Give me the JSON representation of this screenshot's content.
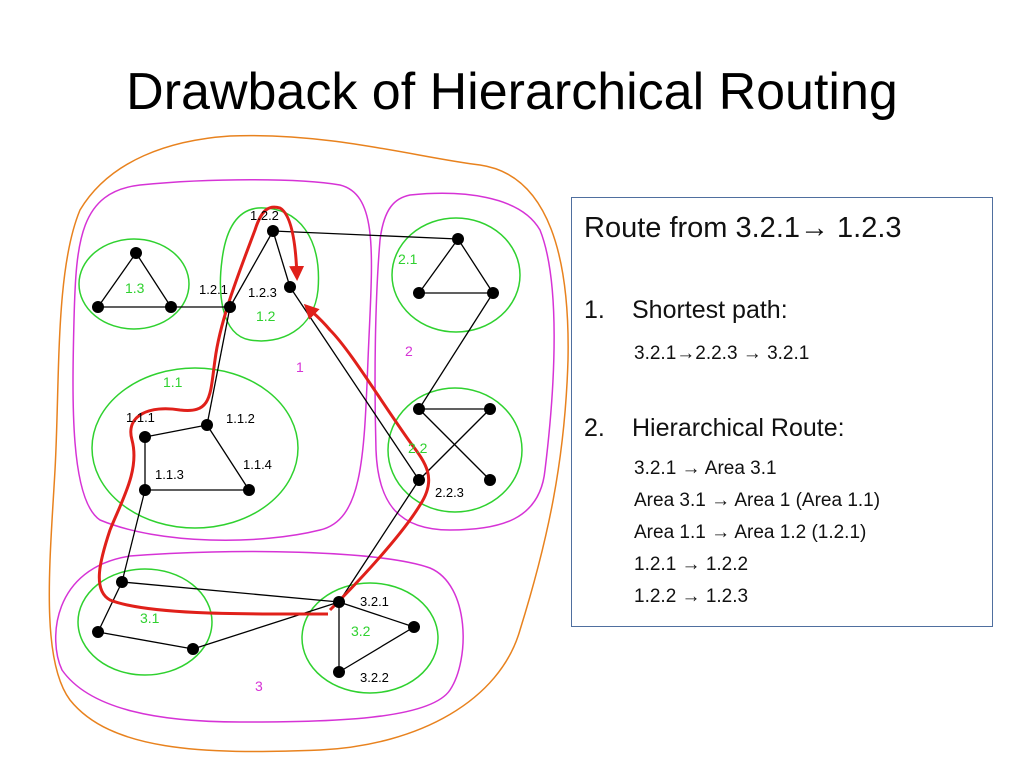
{
  "slide": {
    "title": "Drawback of Hierarchical Routing"
  },
  "diagram": {
    "colors": {
      "outer_boundary": "#e8821e",
      "area_boundary": "#d633d6",
      "subarea_boundary": "#2fd12f",
      "route_path": "#e0201a",
      "node": "#000000",
      "link": "#000000"
    },
    "area_labels": {
      "area1": "1",
      "area2": "2",
      "area3": "3"
    },
    "subarea_labels": {
      "a11": "1.1",
      "a12": "1.2",
      "a13": "1.3",
      "a21": "2.1",
      "a22": "2.2",
      "a31": "3.1",
      "a32": "3.2"
    },
    "node_labels": {
      "n122": "1.2.2",
      "n121": "1.2.1",
      "n123": "1.2.3",
      "n111": "1.1.1",
      "n112": "1.1.2",
      "n113": "1.1.3",
      "n114": "1.1.4",
      "n223": "2.2.3",
      "n321": "3.2.1",
      "n322": "3.2.2"
    }
  },
  "info_box": {
    "title": "Route from 3.2.1→ 1.2.3",
    "item1": {
      "number": "1.",
      "heading": "Shortest path:",
      "lines": [
        "3.2.1→2.2.3 → 3.2.1"
      ]
    },
    "item2": {
      "number": "2.",
      "heading": "Hierarchical Route:",
      "lines": [
        "3.2.1 → Area 3.1",
        "Area 3.1 → Area 1 (Area 1.1)",
        "Area 1.1 → Area 1.2 (1.2.1)",
        "1.2.1 → 1.2.2",
        "1.2.2 → 1.2.3"
      ]
    }
  }
}
